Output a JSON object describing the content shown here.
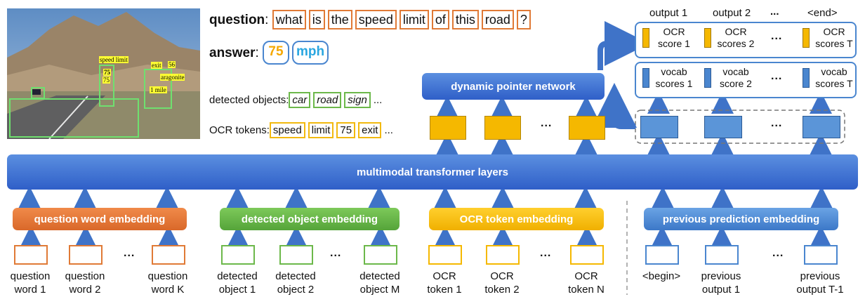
{
  "question": {
    "label": "question",
    "tokens": [
      "what",
      "is",
      "the",
      "speed",
      "limit",
      "of",
      "this",
      "road",
      "?"
    ]
  },
  "answer": {
    "label": "answer",
    "tokens": [
      "75",
      "mph"
    ]
  },
  "detected_objects": {
    "label": "detected objects:",
    "tokens": [
      "car",
      "road",
      "sign"
    ],
    "more": "..."
  },
  "ocr_tokens": {
    "label": "OCR tokens:",
    "tokens": [
      "speed",
      "limit",
      "75",
      "exit"
    ],
    "more": "..."
  },
  "image_annotations": [
    "speed limit",
    "75",
    "exit",
    "56",
    "aragonite",
    "1 mile"
  ],
  "pointer_network": "dynamic pointer network",
  "transformer": "multimodal transformer layers",
  "embeddings": {
    "question": "question word embedding",
    "object": "detected object embedding",
    "ocr": "OCR token embedding",
    "previous": "previous prediction embedding"
  },
  "inputs": {
    "question": [
      "question\nword 1",
      "question\nword 2",
      "question\nword K"
    ],
    "object": [
      "detected\nobject 1",
      "detected\nobject 2",
      "detected\nobject M"
    ],
    "ocr": [
      "OCR\ntoken 1",
      "OCR\ntoken 2",
      "OCR\ntoken N"
    ],
    "previous": [
      "<begin>",
      "previous\noutput 1",
      "previous\noutput T-1"
    ]
  },
  "ellipsis": "...",
  "outputs": {
    "titles": [
      "output 1",
      "output 2",
      "...",
      "<end>"
    ],
    "ocr_scores": [
      "OCR\nscore 1",
      "OCR\nscores 2",
      "...",
      "OCR\nscores T"
    ],
    "vocab_scores": [
      "vocab\nscores 1",
      "vocab\nscore 2",
      "...",
      "vocab\nscores T"
    ]
  },
  "colors": {
    "orange": "#e07a36",
    "green": "#6cb84a",
    "yellow": "#f5b800",
    "blue": "#4a86cf",
    "arrow": "#3f73c8"
  }
}
